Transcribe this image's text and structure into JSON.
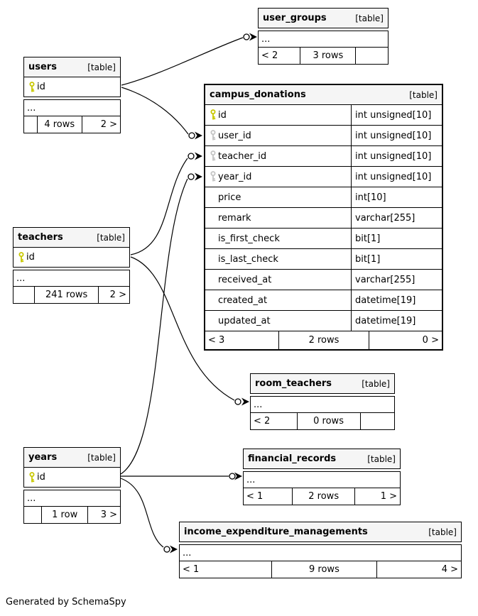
{
  "diagram": {
    "generator_note": "Generated by SchemaSpy",
    "colors": {
      "header_bg": "#f5f5f5",
      "border": "#000000",
      "primary_key_icon": "#c8c800",
      "foreign_key_icon": "#c4c4c4",
      "line": "#000000"
    },
    "tables": {
      "user_groups": {
        "title": "user_groups",
        "badge": "[table]",
        "ellipsis": "...",
        "footer": {
          "left": "< 2",
          "center": "3 rows",
          "right": ""
        }
      },
      "users": {
        "title": "users",
        "badge": "[table]",
        "ellipsis": "...",
        "columns": [
          {
            "name": "id",
            "key": "primary"
          }
        ],
        "footer": {
          "left": "",
          "center": "4 rows",
          "right": "2 >"
        }
      },
      "campus_donations": {
        "title": "campus_donations",
        "badge": "[table]",
        "columns": [
          {
            "name": "id",
            "type": "int unsigned[10]",
            "key": "primary"
          },
          {
            "name": "user_id",
            "type": "int unsigned[10]",
            "key": "foreign"
          },
          {
            "name": "teacher_id",
            "type": "int unsigned[10]",
            "key": "foreign"
          },
          {
            "name": "year_id",
            "type": "int unsigned[10]",
            "key": "foreign"
          },
          {
            "name": "price",
            "type": "int[10]"
          },
          {
            "name": "remark",
            "type": "varchar[255]"
          },
          {
            "name": "is_first_check",
            "type": "bit[1]"
          },
          {
            "name": "is_last_check",
            "type": "bit[1]"
          },
          {
            "name": "received_at",
            "type": "varchar[255]"
          },
          {
            "name": "created_at",
            "type": "datetime[19]"
          },
          {
            "name": "updated_at",
            "type": "datetime[19]"
          }
        ],
        "footer": {
          "left": "< 3",
          "center": "2 rows",
          "right": "0 >"
        }
      },
      "teachers": {
        "title": "teachers",
        "badge": "[table]",
        "ellipsis": "...",
        "columns": [
          {
            "name": "id",
            "key": "primary"
          }
        ],
        "footer": {
          "left": "",
          "center": "241 rows",
          "right": "2 >"
        }
      },
      "room_teachers": {
        "title": "room_teachers",
        "badge": "[table]",
        "ellipsis": "...",
        "footer": {
          "left": "< 2",
          "center": "0 rows",
          "right": ""
        }
      },
      "years": {
        "title": "years",
        "badge": "[table]",
        "ellipsis": "...",
        "columns": [
          {
            "name": "id",
            "key": "primary"
          }
        ],
        "footer": {
          "left": "",
          "center": "1 row",
          "right": "3 >"
        }
      },
      "financial_records": {
        "title": "financial_records",
        "badge": "[table]",
        "ellipsis": "...",
        "footer": {
          "left": "< 1",
          "center": "2 rows",
          "right": "1 >"
        }
      },
      "income_expenditure_managements": {
        "title": "income_expenditure_managements",
        "badge": "[table]",
        "ellipsis": "...",
        "footer": {
          "left": "< 1",
          "center": "9 rows",
          "right": "4 >"
        }
      }
    },
    "relationships": [
      {
        "from": "users.id",
        "to": "user_groups"
      },
      {
        "from": "users.id",
        "to": "campus_donations.user_id"
      },
      {
        "from": "teachers.id",
        "to": "campus_donations.teacher_id"
      },
      {
        "from": "teachers.id",
        "to": "room_teachers"
      },
      {
        "from": "years.id",
        "to": "campus_donations.year_id"
      },
      {
        "from": "years.id",
        "to": "financial_records"
      },
      {
        "from": "years.id",
        "to": "income_expenditure_managements"
      }
    ]
  }
}
